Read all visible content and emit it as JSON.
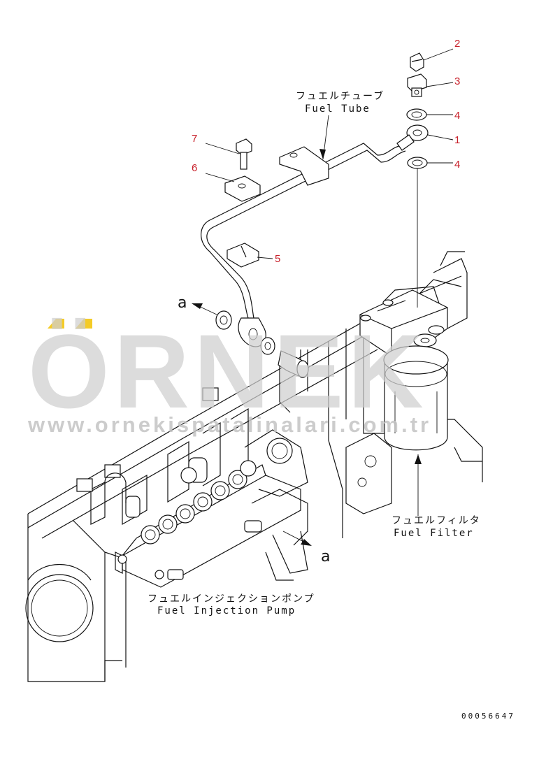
{
  "labels": {
    "fuel_tube_jp": "フュエルチューブ",
    "fuel_tube_en": "Fuel Tube",
    "fuel_filter_jp": "フュエルフィルタ",
    "fuel_filter_en": "Fuel Filter",
    "injection_pump_jp": "フュエルインジェクションポンプ",
    "injection_pump_en": "Fuel Injection Pump",
    "view_a_top": "a",
    "view_a_bottom": "a"
  },
  "callouts": [
    "2",
    "3",
    "4",
    "1",
    "4",
    "7",
    "6",
    "5"
  ],
  "drawing_number": "00056647",
  "watermark": {
    "brand": "ÖRNEK",
    "url": "www.ornekispatalinalari.com.tr",
    "accent_color": "#f2c200"
  },
  "colors": {
    "callout": "#c8202a",
    "line": "#111111",
    "watermark": "#cfcfcf"
  }
}
